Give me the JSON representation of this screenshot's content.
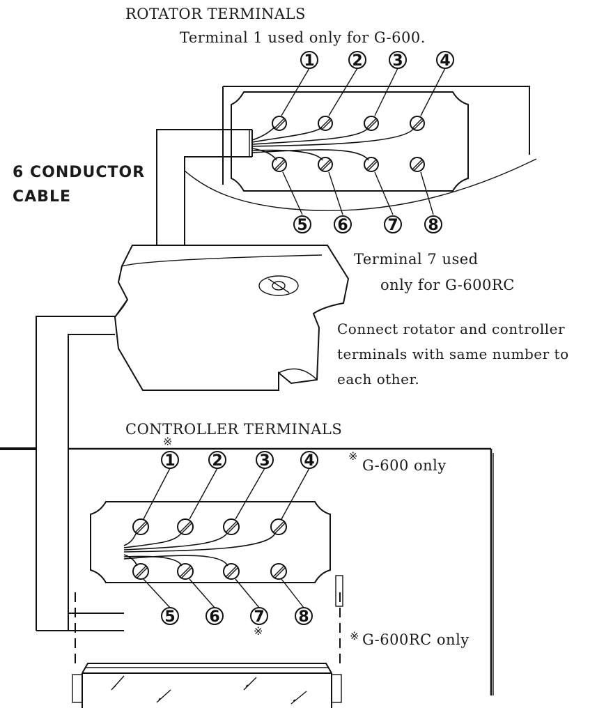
{
  "labels": {
    "rotator_title": "ROTATOR TERMINALS",
    "rotator_note": "Terminal 1 used only for G-600.",
    "cable_line1": "6 CONDUCTOR",
    "cable_line2": "CABLE",
    "term7_line1": "Terminal 7 used",
    "term7_line2": "only for G-600RC",
    "connect_line1": "Connect rotator and controller",
    "connect_line2": "terminals with same number to",
    "connect_line3": "each other.",
    "controller_title": "CONTROLLER TERMINALS",
    "g600_note": "G-600 only",
    "g600rc_note": "G-600RC only",
    "note_mark": "※"
  },
  "rotator_terminals": [
    "1",
    "2",
    "3",
    "4",
    "5",
    "6",
    "7",
    "8"
  ],
  "controller_terminals": [
    "1",
    "2",
    "3",
    "4",
    "5",
    "6",
    "7",
    "8"
  ],
  "colors": {
    "ink": "#111111",
    "background": "#ffffff"
  }
}
